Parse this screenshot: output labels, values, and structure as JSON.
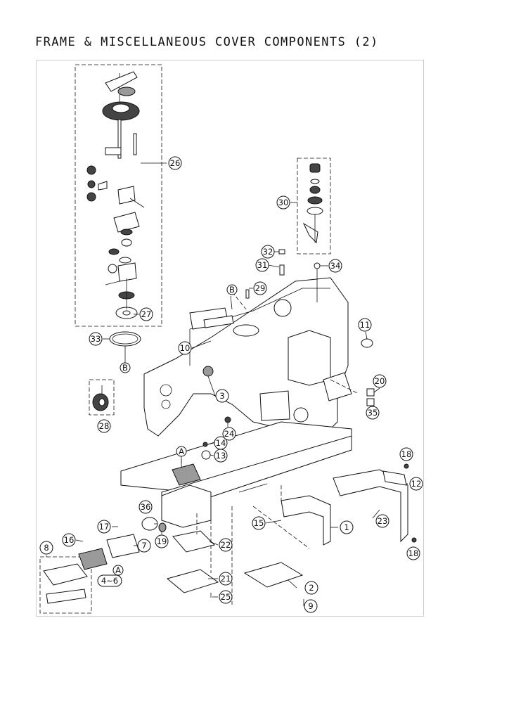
{
  "title": "FRAME & MISCELLANEOUS COVER COMPONENTS (2)",
  "callouts": [
    "1",
    "2",
    "3",
    "7",
    "8",
    "9",
    "10",
    "11",
    "12",
    "13",
    "14",
    "15",
    "16",
    "17",
    "18",
    "18",
    "19",
    "20",
    "21",
    "22",
    "23",
    "24",
    "25",
    "26",
    "27",
    "28",
    "29",
    "30",
    "31",
    "32",
    "33",
    "34",
    "35",
    "36"
  ],
  "refs": [
    "A",
    "A",
    "B",
    "B"
  ],
  "range_label": "4~6"
}
